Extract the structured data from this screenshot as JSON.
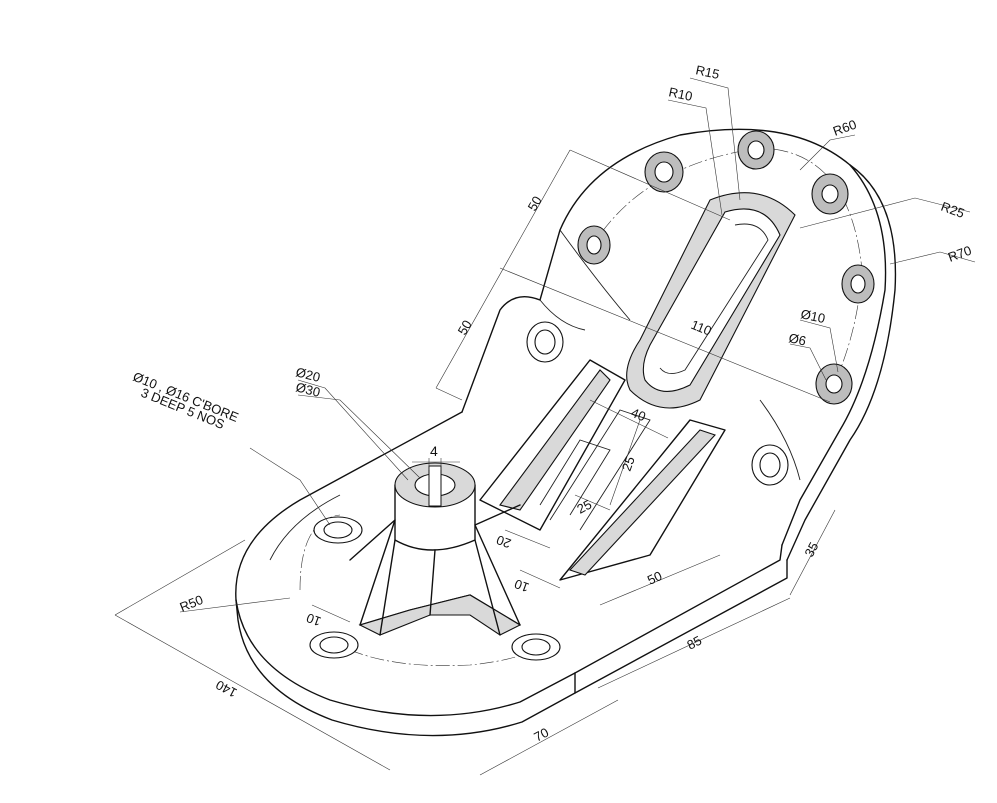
{
  "drawing": {
    "callouts": {
      "counterbore_line1": "Ø10 , Ø16 C'BORE",
      "counterbore_line2": "3 DEEP 5 NOS"
    },
    "dimensions": {
      "r15": "R15",
      "r10": "R10",
      "r60": "R60",
      "r25": "R25",
      "r70": "R70",
      "d10": "Ø10",
      "d6": "Ø6",
      "d20": "Ø20",
      "d30": "Ø30",
      "slot_width": "4",
      "vert_50_top": "50",
      "vert_50_bottom": "50",
      "len_110": "110",
      "len_40": "40",
      "len_25_a": "25",
      "len_25_b": "25",
      "len_20": "20",
      "len_10_a": "10",
      "len_10_b": "10",
      "len_50": "50",
      "len_35": "35",
      "len_85": "85",
      "len_70": "70",
      "len_140": "140",
      "r50": "R50"
    }
  }
}
